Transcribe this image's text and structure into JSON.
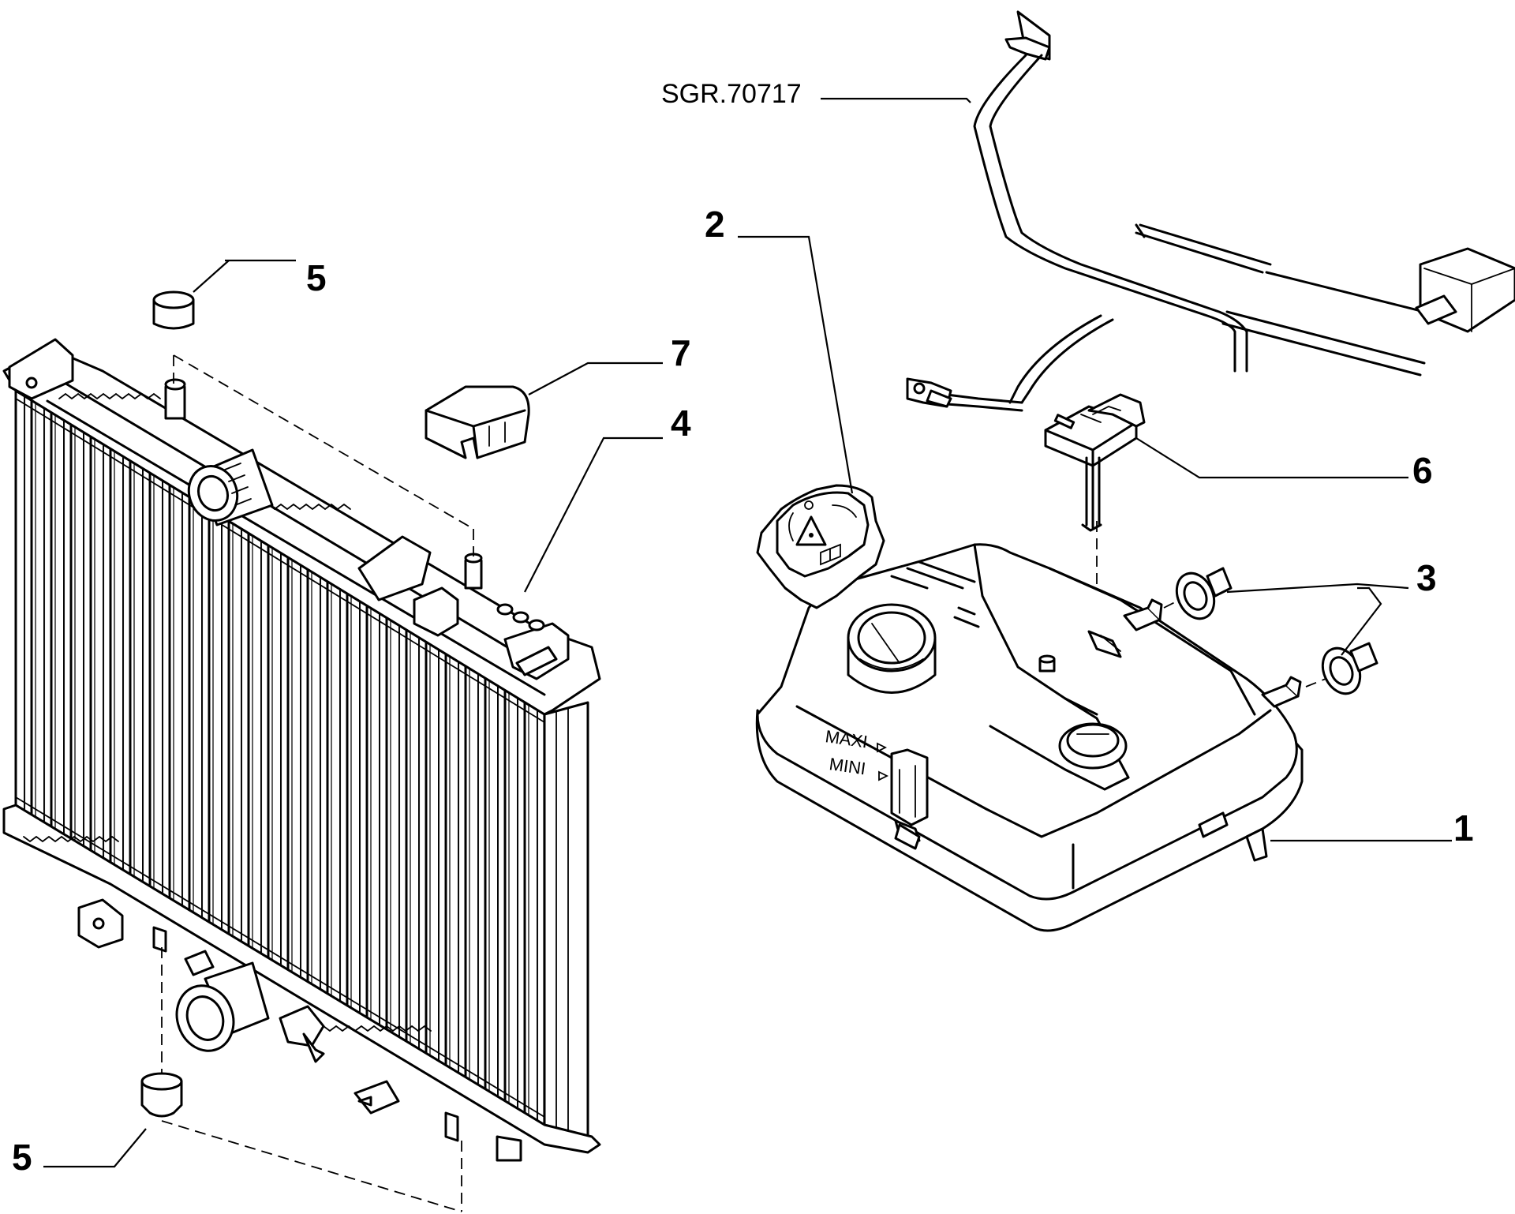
{
  "reference_code": "SGR.70717",
  "callouts": {
    "expansion_tank": "1",
    "filler_cap": "2",
    "tank_grommets": "3",
    "radiator": "4",
    "radiator_mount_top": "5",
    "radiator_mount_bottom": "5",
    "level_sensor": "6",
    "radiator_bracket": "7"
  },
  "tank_markings": {
    "max": "MAXI",
    "min": "MINI"
  }
}
